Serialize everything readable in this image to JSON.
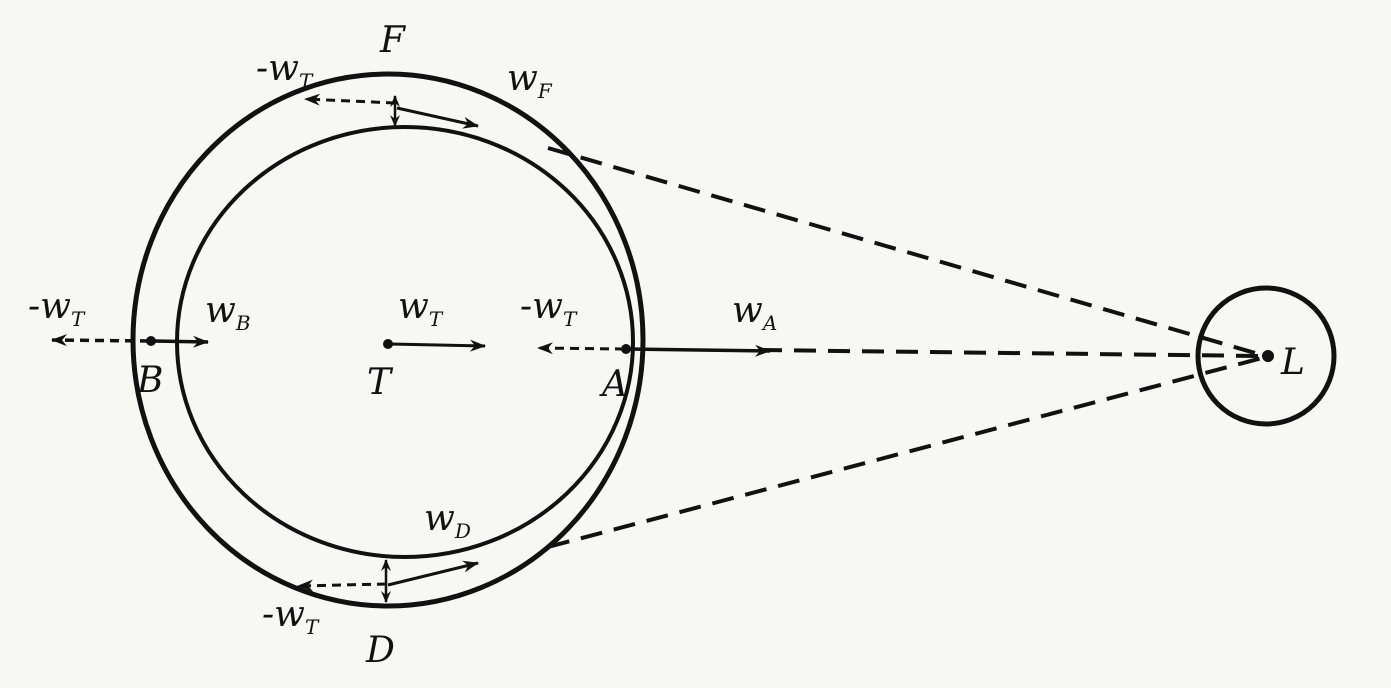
{
  "colors": {
    "ink": "#111111",
    "background": "#f7f7f4"
  },
  "labels": {
    "point_F": "F",
    "point_D": "D",
    "point_A": "A",
    "point_B": "B",
    "point_T": "T",
    "point_L": "L",
    "w_main": "w",
    "neg_w_main": "-w",
    "sub_T": "T",
    "sub_F": "F",
    "sub_B": "B",
    "sub_A": "A",
    "sub_D": "D"
  }
}
